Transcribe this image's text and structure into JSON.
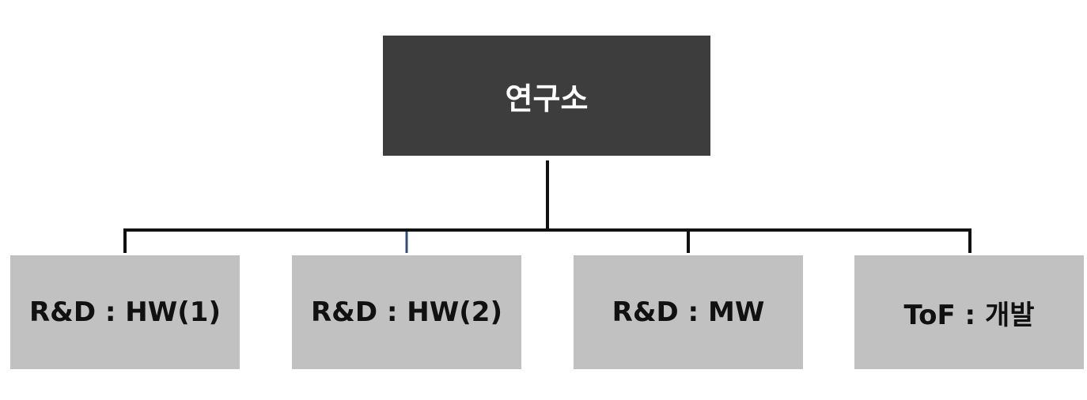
{
  "org_chart": {
    "root": {
      "label": "연구소",
      "fill": "#3d3d3d",
      "text_color": "#ffffff"
    },
    "children": [
      {
        "label": "R&D : HW(1)"
      },
      {
        "label": "R&D : HW(2)"
      },
      {
        "label": "R&D : MW"
      },
      {
        "label": "ToF : 개발"
      }
    ],
    "child_fill": "#c1c1c1",
    "connector_color": "#111111",
    "accent_connector_color": "#2f4f7f"
  }
}
